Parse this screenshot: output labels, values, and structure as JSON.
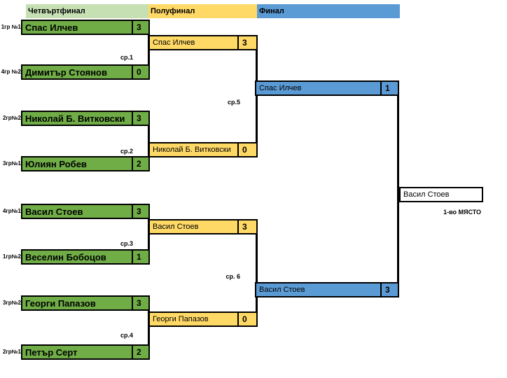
{
  "headers": {
    "quarterfinal": "Четвъртфинал",
    "semifinal": "Полуфинал",
    "final": "Финал"
  },
  "quarterfinals": [
    {
      "seed": "1гр №1",
      "name": "Спас Илчев",
      "score": "3"
    },
    {
      "seed": "4гр №2",
      "name": "Димитър Стоянов",
      "score": "0"
    },
    {
      "seed": "2гр№2",
      "name": "Николай Б. Витковски",
      "score": "3"
    },
    {
      "seed": "3гр№1",
      "name": "Юлиян Робев",
      "score": "2"
    },
    {
      "seed": "4гр№1",
      "name": "Васил Стоев",
      "score": "3"
    },
    {
      "seed": "1гр№2",
      "name": "Веселин Бобоцов",
      "score": "1"
    },
    {
      "seed": "3гр№2",
      "name": "Георги Папазов",
      "score": "3"
    },
    {
      "seed": "2гр№1",
      "name": "Петър Серт",
      "score": "2"
    }
  ],
  "semifinals": [
    {
      "name": "Спас Илчев",
      "score": "3"
    },
    {
      "name": "Николай Б. Витковски",
      "score": "0"
    },
    {
      "name": "Васил Стоев",
      "score": "3"
    },
    {
      "name": "Георги Папазов",
      "score": "0"
    }
  ],
  "final": [
    {
      "name": "Спас Илчев",
      "score": "1"
    },
    {
      "name": "Васил Стоев",
      "score": "3"
    }
  ],
  "match_labels": [
    "ср.1",
    "ср.2",
    "ср.3",
    "ср.4",
    "ср.5",
    "ср. 6"
  ],
  "winner": {
    "name": "Васил Стоев",
    "caption": "1-во МЯСТО"
  },
  "colors": {
    "quarterfinal_header": "#C6E0B4",
    "quarterfinal_box": "#70AD47",
    "semifinal": "#FFD966",
    "final": "#5B9BD5",
    "border": "#000000",
    "background": "#FFFFFF"
  }
}
